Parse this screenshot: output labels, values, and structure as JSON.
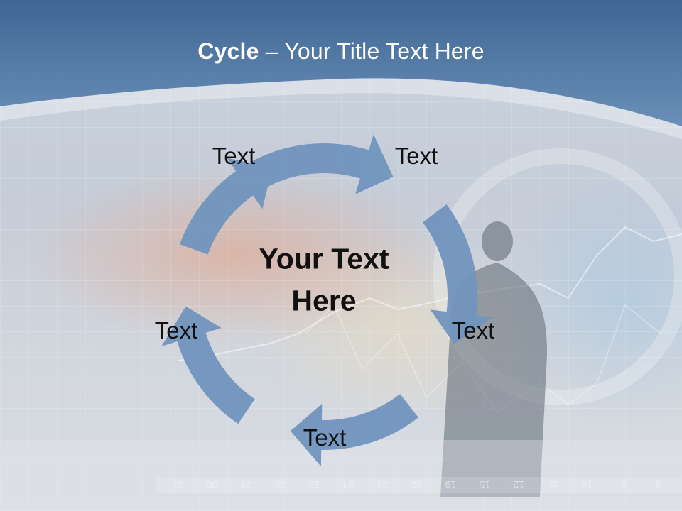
{
  "title": {
    "bold": "Cycle",
    "separator": " – ",
    "rest": "Your Title Text Here"
  },
  "diagram": {
    "type": "cycle",
    "center_text": "Your Text Here",
    "nodes": [
      {
        "label": "Text"
      },
      {
        "label": "Text"
      },
      {
        "label": "Text"
      },
      {
        "label": "Text"
      },
      {
        "label": "Text"
      }
    ],
    "arrow_color": "#7195be"
  },
  "background": {
    "header_color": "#5b7fa9",
    "axis_numbers": [
      "31",
      "30",
      "29",
      "26",
      "25",
      "24",
      "23",
      "22",
      "19",
      "15",
      "12",
      "11",
      "10",
      "9",
      "8"
    ]
  }
}
